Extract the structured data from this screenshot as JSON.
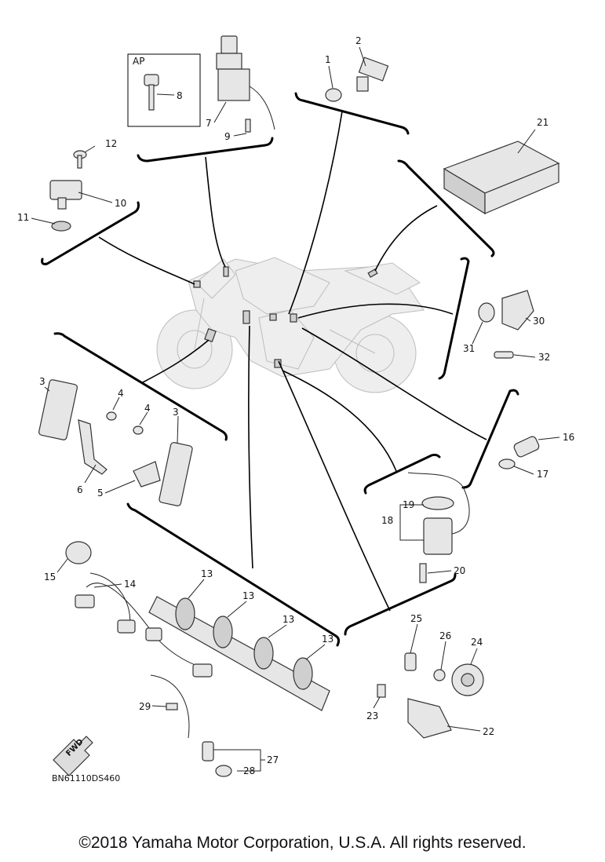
{
  "copyright": "©2018 Yamaha Motor Corporation, U.S.A. All rights reserved.",
  "catalog_code": "BN61110DS460",
  "fwd_label": "FWD",
  "ap_label": "AP",
  "callouts": [
    "1",
    "2",
    "3",
    "3",
    "4",
    "4",
    "5",
    "6",
    "7",
    "8",
    "9",
    "10",
    "11",
    "12",
    "13",
    "13",
    "13",
    "13",
    "14",
    "15",
    "16",
    "17",
    "18",
    "19",
    "20",
    "21",
    "22",
    "23",
    "24",
    "25",
    "26",
    "27",
    "28",
    "29",
    "30",
    "31",
    "32"
  ]
}
